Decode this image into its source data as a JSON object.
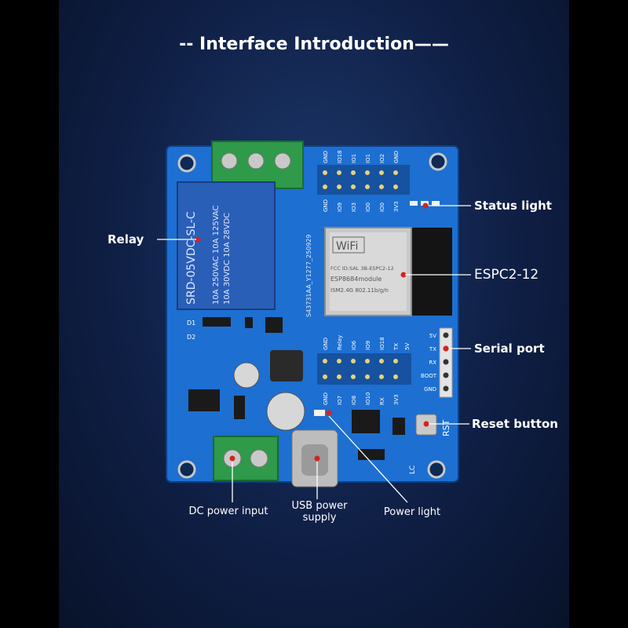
{
  "title": "-- Interface Introduction——",
  "callouts": {
    "relay": "Relay",
    "status_light": "Status light",
    "espc2": "ESPC2-12",
    "serial_port": "Serial port",
    "reset_button": "Reset button",
    "dc_power": "DC power input",
    "usb_power_line1": "USB power",
    "usb_power_line2": "supply",
    "power_light": "Power light"
  },
  "board_text": {
    "relay_model": "SRD-05VDC-SL-C",
    "relay_rating1": "10A 250VAC 10A 125VAC",
    "relay_rating2": "10A 30VDC 10A 28VDC",
    "module_line1": "FCC ID:SAL 3B-ESPC2-12",
    "module_line2": "ESP8684module",
    "module_line3": "ISM2.4G 802.11b/g/n",
    "wifi": "WiFi",
    "serial": "S43731AA_Y1277_250929",
    "top_header": [
      "GND",
      "IO18",
      "IO1",
      "IO1",
      "IO2",
      "GND"
    ],
    "top_header2": [
      "GND",
      "IO9",
      "IO3",
      "IO0",
      "IO0",
      "3V3"
    ],
    "bottom_header": [
      "GND",
      "Relay",
      "IO6",
      "IO9",
      "IO18",
      "TX",
      "5V"
    ],
    "bottom_header2": [
      "GND",
      "IO7",
      "IO8",
      "IO10",
      "RX",
      "3V3"
    ],
    "serial_pins": [
      "5V",
      "TX",
      "RX",
      "BOOT",
      "GND"
    ],
    "rst": "RST",
    "lc": "LC",
    "d1": "D1",
    "d2": "D2"
  },
  "colors": {
    "pcb": "#1d6fd1",
    "terminal": "#2e9a4a",
    "relay": "#2a5fb8",
    "accent_red": "#d6231f"
  }
}
